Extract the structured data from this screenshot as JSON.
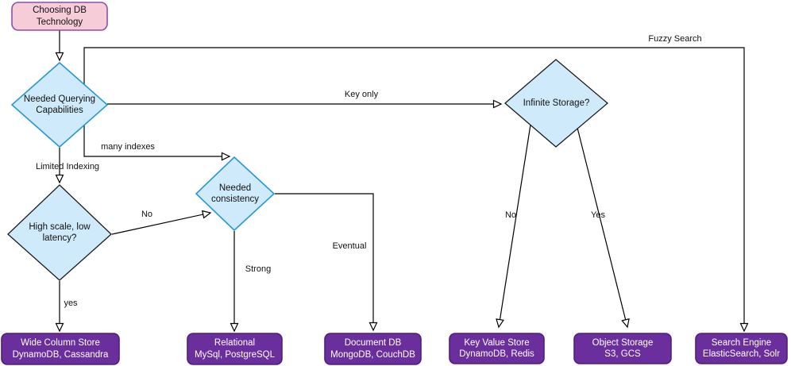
{
  "diagram": {
    "colors": {
      "canvas_bg": "#ffffff",
      "line": "#000000",
      "start_fill": "#f6ccd8",
      "start_border": "#8e4fa8",
      "decision_fill": "#cfeafa",
      "decision_border_blue": "#2898d5",
      "decision_border_dark": "#1c1c1c",
      "result_fill": "#6a2f9d",
      "result_border": "#501f7a",
      "result_text": "#ffffff"
    },
    "start": {
      "line1": "Choosing DB",
      "line2": "Technology"
    },
    "decisions": {
      "querying": {
        "line1": "Needed Querying",
        "line2": "Capabilities"
      },
      "consistency": {
        "line1": "Needed",
        "line2": "consistency"
      },
      "high_scale": {
        "line1": "High scale, low",
        "line2": "latency?"
      },
      "infinite_storage": {
        "line1": "Infinite Storage?"
      }
    },
    "results": {
      "wide_column": {
        "line1": "Wide Column Store",
        "line2": "DynamoDB, Cassandra"
      },
      "relational": {
        "line1": "Relational",
        "line2": "MySql, PostgreSQL"
      },
      "document": {
        "line1": "Document DB",
        "line2": "MongoDB, CouchDB"
      },
      "key_value": {
        "line1": "Key Value Store",
        "line2": "DynamoDB, Redis"
      },
      "object_storage": {
        "line1": "Object Storage",
        "line2": "S3, GCS"
      },
      "search_engine": {
        "line1": "Search Engine",
        "line2": "ElasticSearch, Solr"
      }
    },
    "edge_labels": {
      "fuzzy_search": "Fuzzy Search",
      "key_only": "Key only",
      "many_indexes": "many indexes",
      "limited_indexing": "Limited Indexing",
      "no_scale": "No",
      "yes_scale": "yes",
      "strong": "Strong",
      "eventual": "Eventual",
      "no_storage": "No",
      "yes_storage": "Yes"
    }
  }
}
